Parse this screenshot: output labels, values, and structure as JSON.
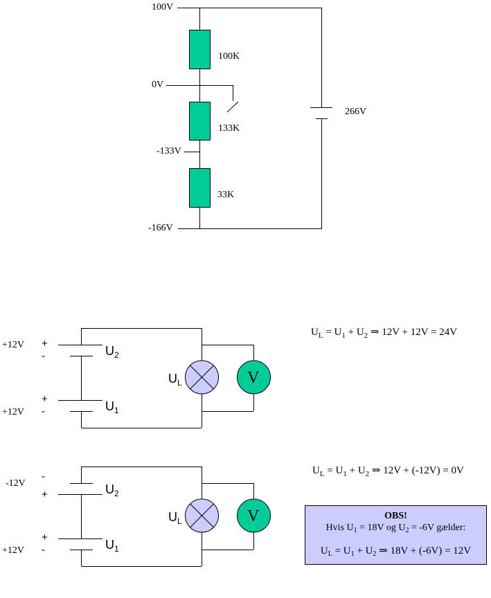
{
  "diagram": {
    "colors": {
      "resistor": "#00cc99",
      "lamp": "#ccccff",
      "voltmeter": "#00cc99",
      "note_box": "#ccccff",
      "wire": "#000000"
    },
    "voltage_divider": {
      "nodes": [
        {
          "label": "100V"
        },
        {
          "label": "0V"
        },
        {
          "label": "-133V"
        },
        {
          "label": "-166V"
        }
      ],
      "resistors": [
        {
          "label": "100K"
        },
        {
          "label": "133K"
        },
        {
          "label": "33K"
        }
      ],
      "battery": {
        "label": "266V"
      },
      "switch": {
        "state": "open"
      }
    },
    "series_circuit_1": {
      "u2": {
        "voltage": "+12V",
        "top_pole": "+",
        "bottom_pole": "-",
        "name": "U",
        "sub": "2"
      },
      "u1": {
        "voltage": "+12V",
        "top_pole": "+",
        "bottom_pole": "-",
        "name": "U",
        "sub": "1"
      },
      "lamp": {
        "name": "U",
        "sub": "L"
      },
      "voltmeter": {
        "symbol": "V"
      },
      "equation": {
        "lhs_u": "U",
        "lhs_sub": "L",
        "eq1": " = U",
        "s1": "1",
        "plus": " + U",
        "s2": "2",
        "arrow": " ⇒ ",
        "result": " 12V + 12V = 24V"
      }
    },
    "series_circuit_2": {
      "u2": {
        "voltage": "-12V",
        "top_pole": "-",
        "bottom_pole": "+",
        "name": "U",
        "sub": "2"
      },
      "u1": {
        "voltage": "+12V",
        "top_pole": "+",
        "bottom_pole": "-",
        "name": "U",
        "sub": "1"
      },
      "lamp": {
        "name": "U",
        "sub": "L"
      },
      "voltmeter": {
        "symbol": "V"
      },
      "equation": {
        "lhs_u": "U",
        "lhs_sub": "L",
        "eq1": " = U",
        "s1": "1",
        "plus": " + U",
        "s2": "2",
        "arrow": " ⇒ ",
        "result": " 12V + (-12V) = 0V"
      }
    },
    "note": {
      "title": "OBS!",
      "line1_a": "Hvis U",
      "line1_s1": "1",
      "line1_b": " = 18V og U",
      "line1_s2": "2",
      "line1_c": " = -6V gælder:",
      "line2_a": "U",
      "line2_sL": "L",
      "line2_b": " = U",
      "line2_s1": "1",
      "line2_c": " + U",
      "line2_s2": "2",
      "line2_d": " ⇒  18V + (-6V) = 12V"
    }
  }
}
